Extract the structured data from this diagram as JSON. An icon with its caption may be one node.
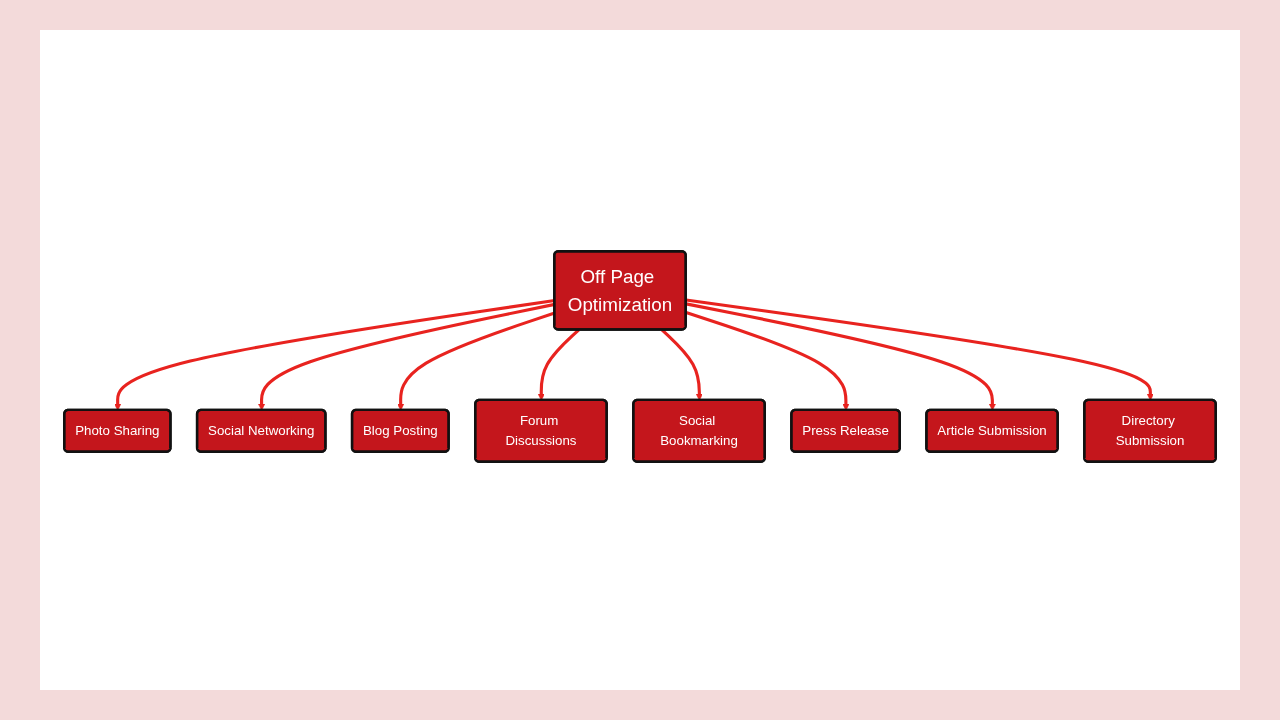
{
  "diagram": {
    "nodes": [
      {
        "text": [
          "Photo Sharing"
        ]
      },
      {
        "text": [
          "Social Networking"
        ]
      },
      {
        "text": [
          "Blog Posting"
        ]
      },
      {
        "text": [
          "Forum Discussions"
        ]
      },
      {
        "text": [
          "Off Page Optimization"
        ]
      },
      {
        "text": [
          "Social Bookmarking"
        ]
      },
      {
        "text": [
          "Press Release"
        ]
      },
      {
        "text": [
          "Article Submission"
        ]
      },
      {
        "text": [
          "Directory Submission"
        ]
      }
    ],
    "edges": [
      {
        "from": 4,
        "to": 0,
        "arrow": "to"
      },
      {
        "from": 4,
        "to": 1,
        "arrow": "to"
      },
      {
        "from": 4,
        "to": 2,
        "arrow": "to"
      },
      {
        "from": 4,
        "to": 3,
        "arrow": "to"
      },
      {
        "from": 4,
        "to": 5,
        "arrow": "to"
      },
      {
        "from": 4,
        "to": 6,
        "arrow": "to"
      },
      {
        "from": 4,
        "to": 7,
        "arrow": "to"
      },
      {
        "from": 4,
        "to": 8,
        "arrow": "to"
      }
    ]
  }
}
